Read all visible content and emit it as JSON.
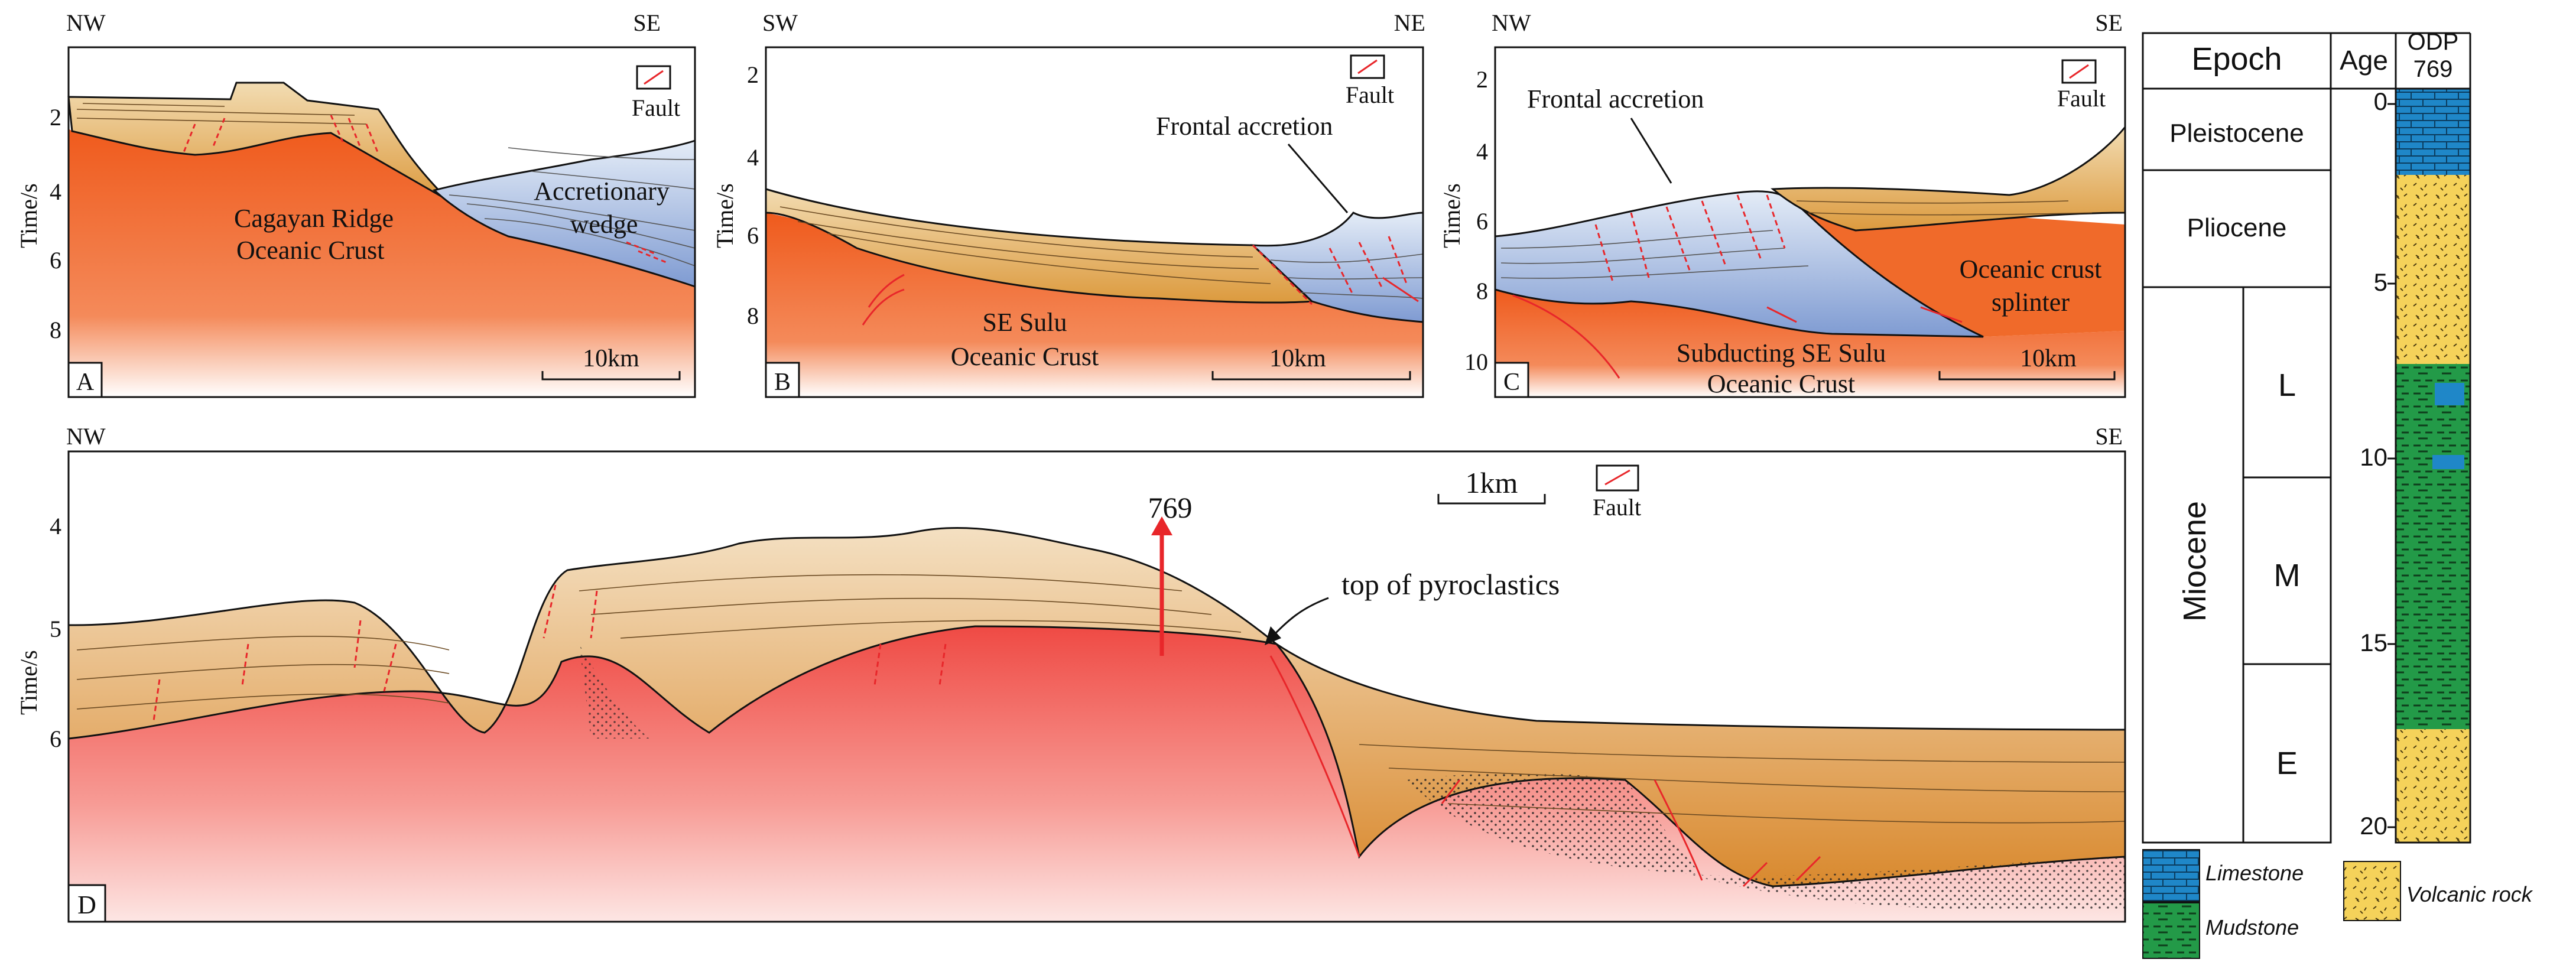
{
  "panels": [
    {
      "id": "A",
      "left_dir": "NW",
      "right_dir": "SE",
      "ylabel": "Time/s",
      "yticks": [
        "2",
        "4",
        "6",
        "8"
      ],
      "labels": [
        "Cagayan Ridge",
        "Oceanic Crust",
        "Accretionary",
        "wedge"
      ],
      "legend": "Fault",
      "scale": "10km"
    },
    {
      "id": "B",
      "left_dir": "SW",
      "right_dir": "NE",
      "ylabel": "Time/s",
      "yticks": [
        "2",
        "4",
        "6",
        "8"
      ],
      "labels": [
        "Frontal accretion",
        "SE Sulu",
        "Oceanic Crust"
      ],
      "legend": "Fault",
      "scale": "10km"
    },
    {
      "id": "C",
      "left_dir": "NW",
      "right_dir": "SE",
      "ylabel": "Time/s",
      "yticks": [
        "2",
        "4",
        "6",
        "8",
        "10"
      ],
      "labels": [
        "Frontal accretion",
        "Oceanic crust",
        "splinter",
        "Subducting SE Sulu",
        "Oceanic Crust"
      ],
      "legend": "Fault",
      "scale": "10km"
    },
    {
      "id": "D",
      "left_dir": "NW",
      "right_dir": "SE",
      "ylabel": "Time/s",
      "yticks": [
        "4",
        "5",
        "6"
      ],
      "labels": [
        "769",
        "top   of   pyroclastics"
      ],
      "legend": "Fault",
      "scale": "1km"
    }
  ],
  "strat": {
    "headers": [
      "Epoch",
      "Age",
      "ODP",
      "769"
    ],
    "epochs": [
      "Pleistocene",
      "Pliocene",
      "Miocene"
    ],
    "subepochs": [
      "L",
      "M",
      "E"
    ],
    "ages": [
      "0",
      "5",
      "10",
      "15",
      "20"
    ]
  },
  "legend_items": [
    "Limestone",
    "Mudstone",
    "Volcanic rock"
  ],
  "colors": {
    "crust": "#f05a1e",
    "sediment": "#e9b66a",
    "wedge": "#8fa7d4",
    "fault": "#e8262a",
    "limestone": "#1f87c8",
    "mudstone": "#239a48",
    "volcanic": "#f4cf53"
  }
}
